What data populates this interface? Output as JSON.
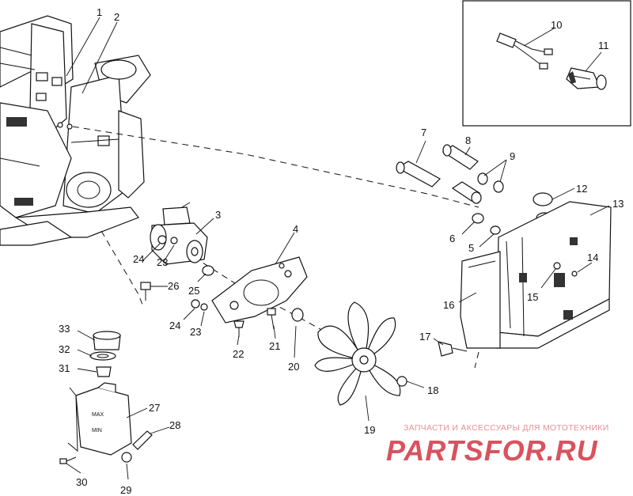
{
  "diagram": {
    "callouts": [
      "1",
      "2",
      "3",
      "4",
      "5",
      "6",
      "7",
      "8",
      "9",
      "10",
      "11",
      "12",
      "13",
      "14",
      "15",
      "16",
      "17",
      "18",
      "19",
      "20",
      "21",
      "22",
      "23",
      "24",
      "25",
      "26",
      "27",
      "28",
      "29",
      "30",
      "31",
      "32",
      "33"
    ],
    "callout_repeat": {
      "24b": "24",
      "23b": "23"
    },
    "bottle_marks": {
      "max": "MAX",
      "min": "MIN"
    }
  },
  "watermark": {
    "tagline": "ЗАПЧАСТИ И АКСЕССУАРЫ ДЛЯ МОТОТЕХНИКИ",
    "brand": "PARTSFOR.RU",
    "color": "#d9525f"
  }
}
